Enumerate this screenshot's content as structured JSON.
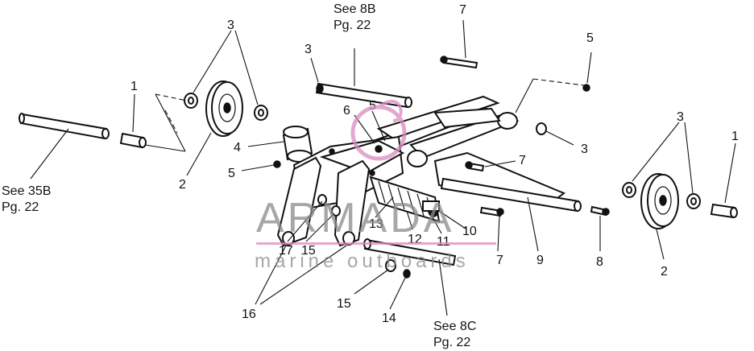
{
  "diagram": {
    "callouts": [
      "1",
      "1",
      "2",
      "2",
      "3",
      "3",
      "3",
      "3",
      "3",
      "4",
      "5",
      "5",
      "5",
      "6",
      "7",
      "7",
      "7",
      "8",
      "9",
      "10",
      "11",
      "12",
      "13",
      "14",
      "15",
      "15",
      "16",
      "17"
    ],
    "references": {
      "see_8b_line1": "See 8B",
      "see_8b_line2": "Pg. 22",
      "see_35b_line1": "See 35B",
      "see_35b_line2": "Pg. 22",
      "see_8c_line1": "See 8C",
      "see_8c_line2": "Pg. 22"
    }
  },
  "watermark": {
    "brand": "ARMADA",
    "tagline": "marine outboards",
    "colors": {
      "brand_gray": "#8a8a8a",
      "accent_pink": "#d98cc0"
    }
  }
}
